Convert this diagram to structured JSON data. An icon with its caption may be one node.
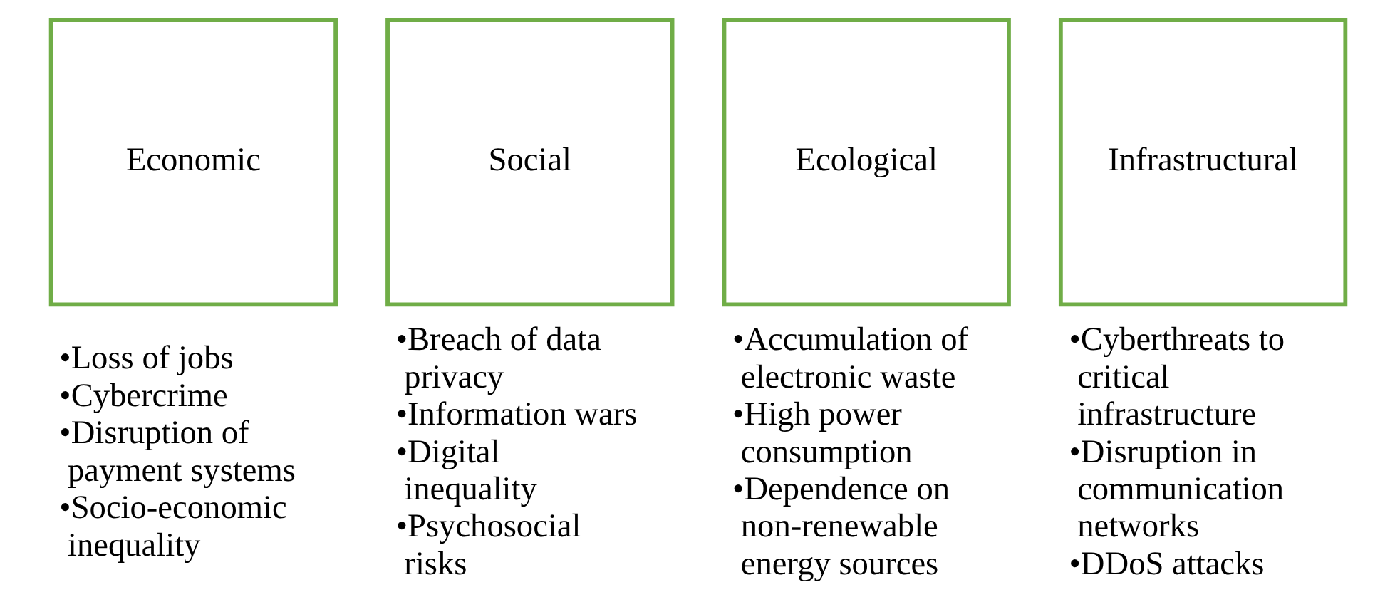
{
  "diagram": {
    "nodes": [
      {
        "text": [
          "Economic"
        ]
      },
      {
        "text": [
          "Social"
        ]
      },
      {
        "text": [
          "Ecological"
        ]
      },
      {
        "text": [
          "Infrastructural"
        ]
      },
      {
        "text": [
          "•Loss of jobs",
          "•Cybercrime",
          "•Disruption of payment systems",
          "•Socio-economic inequality"
        ]
      },
      {
        "text": [
          "•Breach of data privacy",
          "•Information wars",
          "•Digital inequality",
          "•Psychosocial risks"
        ]
      },
      {
        "text": [
          "•Accumulation of electronic waste",
          "•High power consumption",
          "•Dependence on non-renewable energy sources"
        ]
      },
      {
        "text": [
          "•Cyberthreats to critical infrastructure",
          "•Disruption in communication networks",
          "•DDoS attacks"
        ]
      }
    ],
    "edges": []
  }
}
